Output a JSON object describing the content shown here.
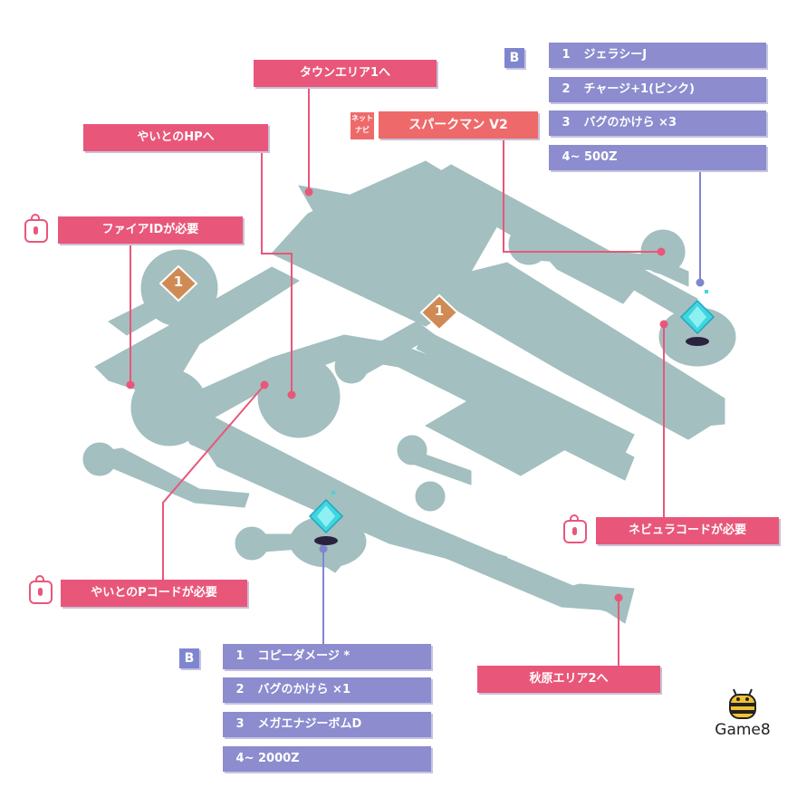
{
  "map": {
    "floor_color": "#a3bfc0",
    "label_color": "#e8577a",
    "boss_label_color": "#ee6a6a",
    "item_color": "#8c8ccf",
    "connector_pink": "#e8577a",
    "connector_blue": "#7f86cf"
  },
  "labels": {
    "town_exit": "タウンエリア1へ",
    "yaito_hp": "やいとのHPへ",
    "fire_id": "ファイアIDが必要",
    "yaito_p_code": "やいとのPコードが必要",
    "nebula_code": "ネビュラコードが必要",
    "akihara_exit": "秋原エリア2へ",
    "boss": "スパークマン V2",
    "net_navi_top": "ネット",
    "net_navi_bottom": "ナビ"
  },
  "markers": {
    "mystery_data_1": "1",
    "mystery_data_2": "1"
  },
  "bmd_top": {
    "badge": "B",
    "items": [
      {
        "num": "1",
        "text": "ジェラシーJ"
      },
      {
        "num": "2",
        "text": "チャージ+1(ピンク)"
      },
      {
        "num": "3",
        "text": "バグのかけら ×3"
      },
      {
        "num": "",
        "text": "4~ 500Z"
      }
    ]
  },
  "bmd_bottom": {
    "badge": "B",
    "items": [
      {
        "num": "1",
        "text": "コピーダメージ *"
      },
      {
        "num": "2",
        "text": "バグのかけら ×1"
      },
      {
        "num": "3",
        "text": "メガエナジーボムD"
      },
      {
        "num": "",
        "text": "4~ 2000Z"
      }
    ]
  },
  "logo": {
    "text": "Game8"
  }
}
